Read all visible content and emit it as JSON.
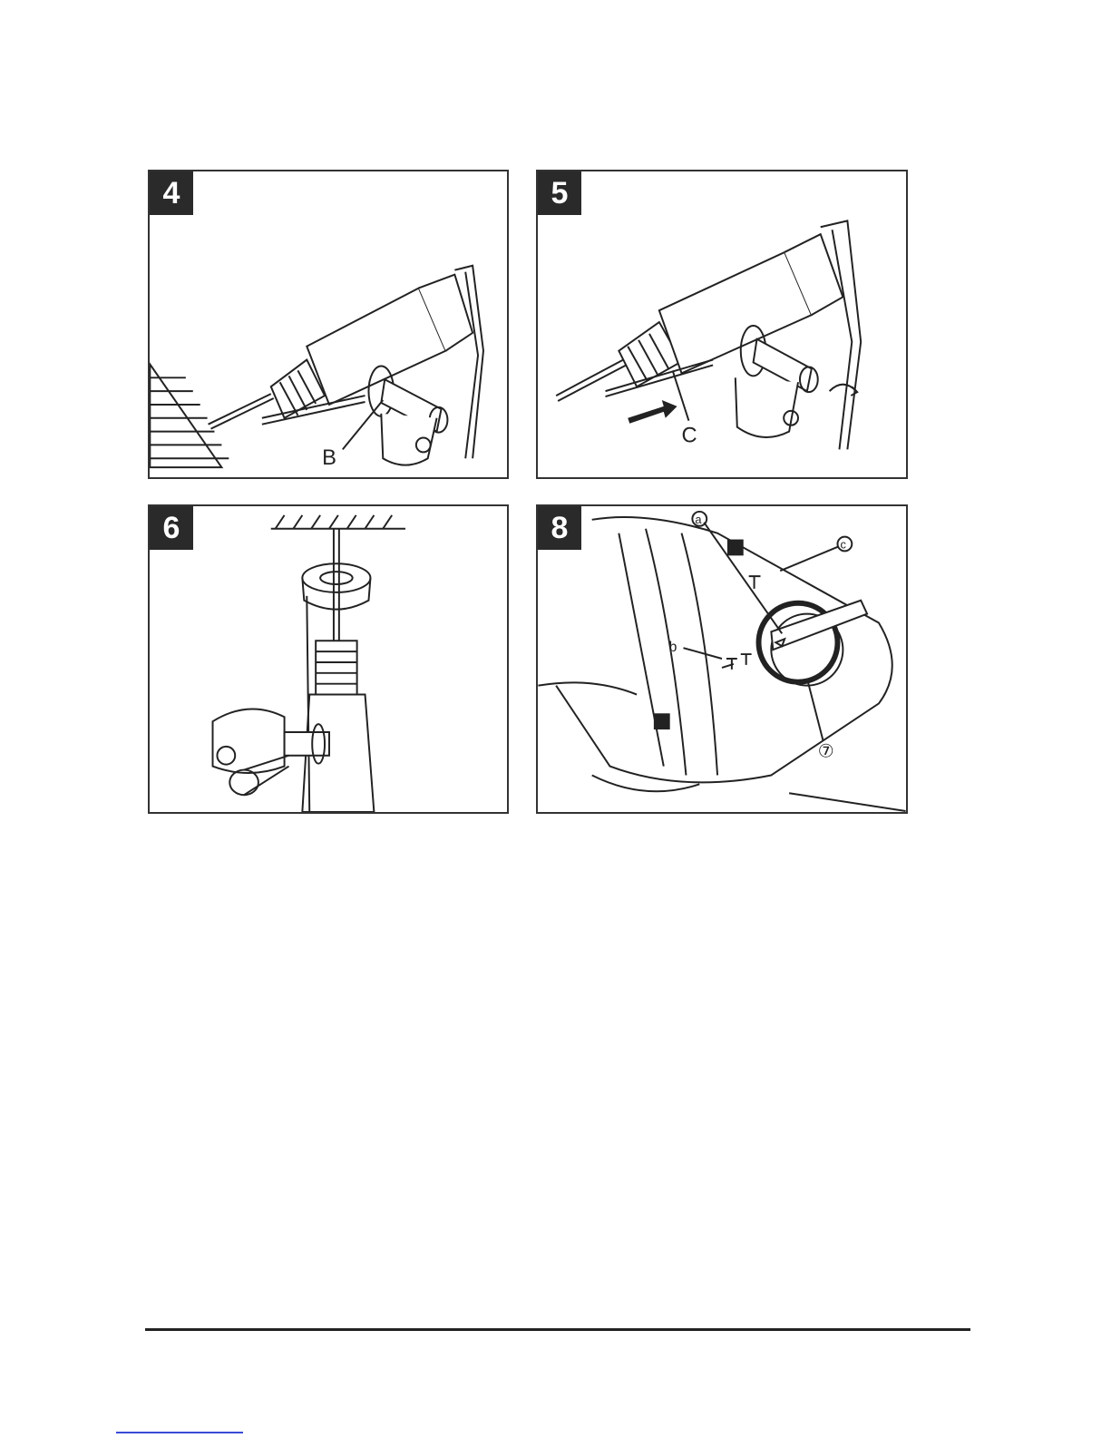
{
  "figures": [
    {
      "number": "4",
      "labels": {
        "b": "B"
      }
    },
    {
      "number": "5",
      "labels": {
        "c": "C"
      }
    },
    {
      "number": "6",
      "labels": {}
    },
    {
      "number": "8",
      "labels": {
        "a": "a",
        "b": "b",
        "c": "c",
        "seven": "⑦"
      }
    }
  ]
}
